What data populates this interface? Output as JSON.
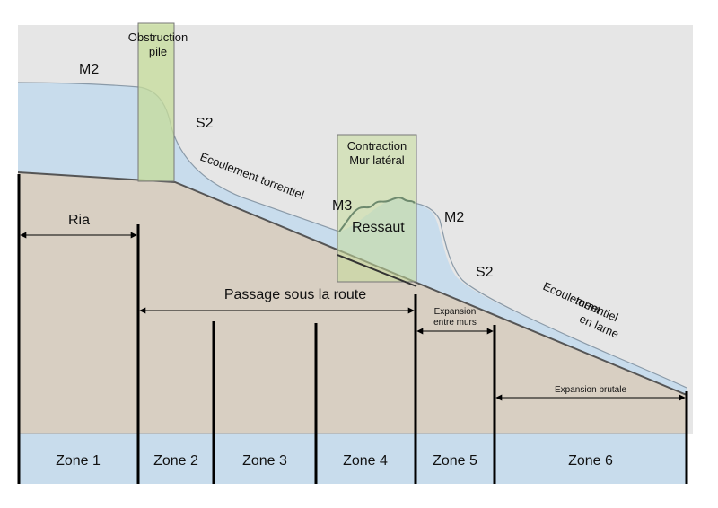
{
  "colors": {
    "sky": "#e6e6e6",
    "water": "#c8dcec",
    "ground": "#d8cfc2",
    "obstruction": "#c6dc9a",
    "obstruction_overlap": "#bcd3b4",
    "zone_band": "#c8dcec",
    "line": "#000000",
    "water_surface": "#8a9aa8"
  },
  "labels": {
    "obstruction": [
      "Obstruction",
      "pile"
    ],
    "contraction": [
      "Contraction",
      "Mur latéral"
    ],
    "m2_left": "M2",
    "s2_left": "S2",
    "ecoulement_1": "Ecoulement torrentiel",
    "m3": "M3",
    "ressaut": "Ressaut",
    "m2_right": "M2",
    "s2_right": "S2",
    "ecoulement_2": [
      "Ecoulement",
      "torrentiel",
      "en lame"
    ],
    "ria": "Ria",
    "passage": "Passage sous la route",
    "expansion_murs": [
      "Expansion",
      "entre murs"
    ],
    "expansion_brutale": "Expansion brutale"
  },
  "zones": [
    "Zone 1",
    "Zone 2",
    "Zone 3",
    "Zone 4",
    "Zone 5",
    "Zone 6"
  ]
}
